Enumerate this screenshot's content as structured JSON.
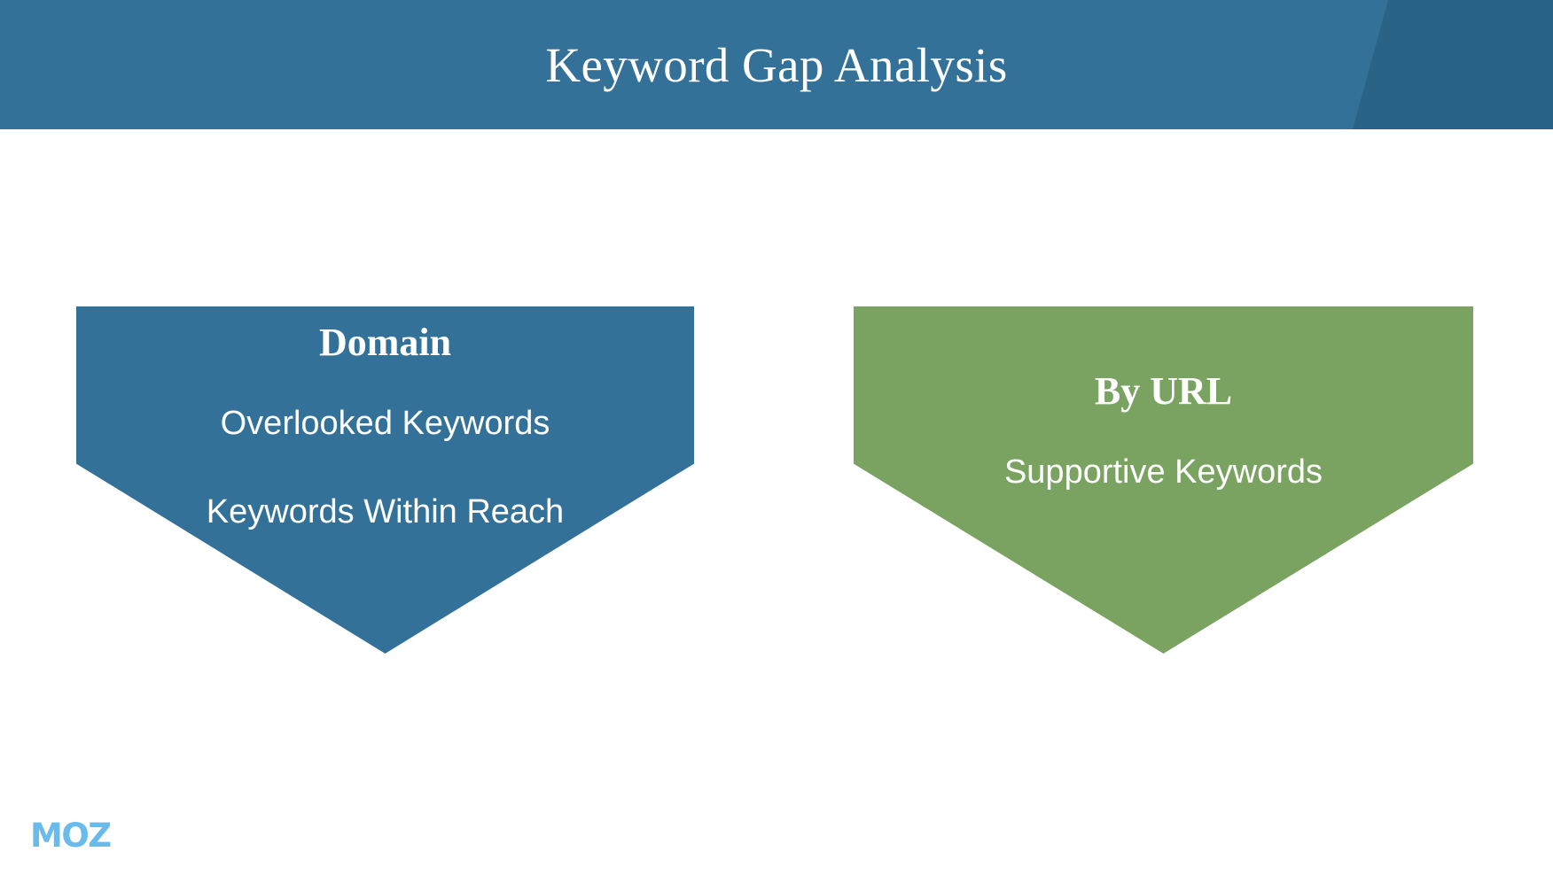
{
  "slide": {
    "background_color": "#ffffff",
    "header": {
      "title": "Keyword Gap Analysis",
      "background_color": "#337199",
      "accent_color": "#2b6386"
    },
    "cards": [
      {
        "id": "domain",
        "title": "Domain",
        "lines": [
          "Overlooked Keywords",
          "Keywords Within Reach"
        ],
        "color": "#337199",
        "shape": "chevron-down"
      },
      {
        "id": "by-url",
        "title": "By URL",
        "lines": [
          "Supportive Keywords"
        ],
        "color": "#7aa261",
        "shape": "chevron-down"
      }
    ],
    "footer": {
      "logo_text": "MOZ",
      "logo_color": "#68bbeb"
    }
  }
}
